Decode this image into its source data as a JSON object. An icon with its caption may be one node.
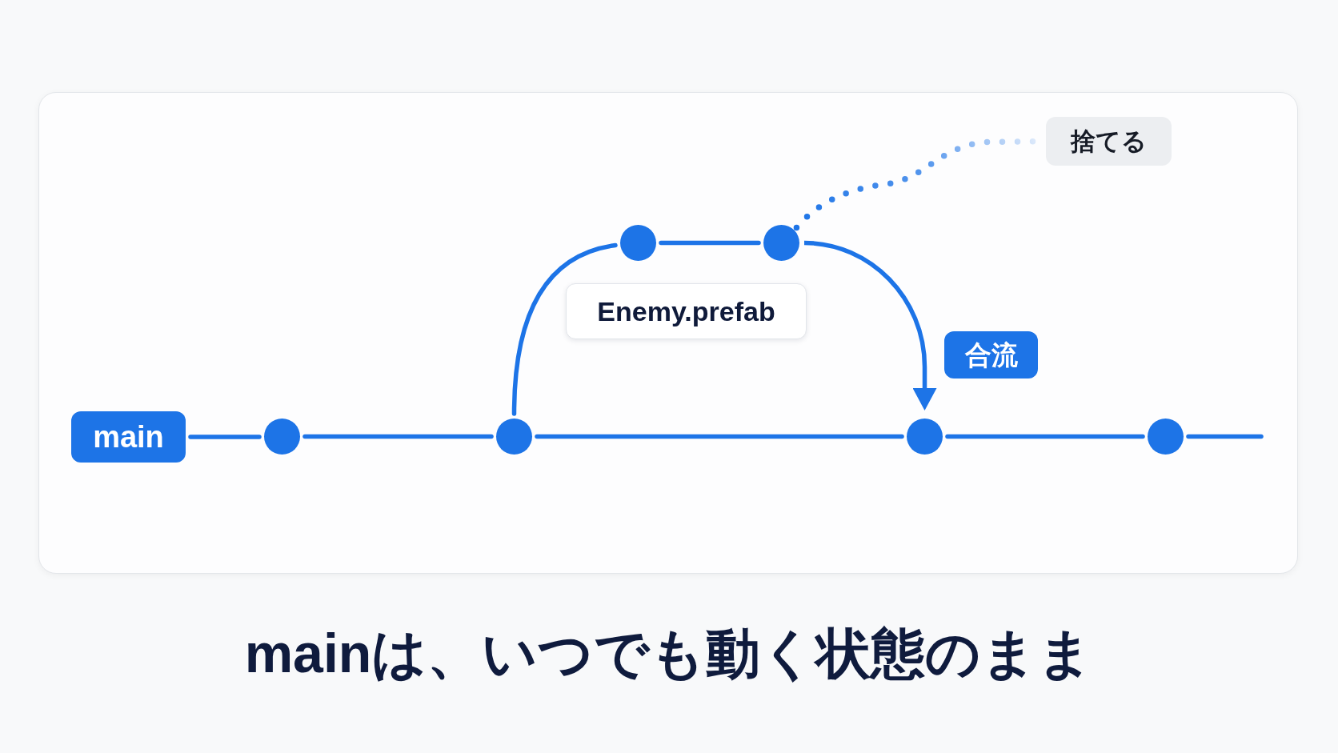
{
  "diagram": {
    "caption": "mainは、いつでも動く状態のまま",
    "nodes": [
      {
        "text": [
          "main"
        ]
      },
      {
        "text": [],
        "shape": "circle"
      },
      {
        "text": [],
        "shape": "circle"
      },
      {
        "text": [],
        "shape": "circle"
      },
      {
        "text": [],
        "shape": "circle"
      },
      {
        "text": [],
        "shape": "circle"
      },
      {
        "text": [],
        "shape": "circle"
      },
      {
        "text": [
          "Enemy.prefab"
        ]
      },
      {
        "text": [
          "捨てる"
        ]
      },
      {
        "text": [
          "合流"
        ]
      }
    ],
    "edges": [
      {
        "from": 0,
        "to": 1,
        "arrow": "none"
      },
      {
        "from": 1,
        "to": 2,
        "arrow": "none"
      },
      {
        "from": 2,
        "to": 5,
        "arrow": "none"
      },
      {
        "from": 5,
        "to": 6,
        "arrow": "none"
      },
      {
        "from": 6,
        "to": null,
        "arrow": "none"
      },
      {
        "from": 2,
        "to": 3,
        "arrow": "none"
      },
      {
        "from": 3,
        "to": 4,
        "arrow": "none"
      },
      {
        "from": 4,
        "to": 5,
        "arrow": "to"
      },
      {
        "from": 4,
        "to": 8,
        "arrow": "none",
        "style": "dashed"
      }
    ]
  }
}
